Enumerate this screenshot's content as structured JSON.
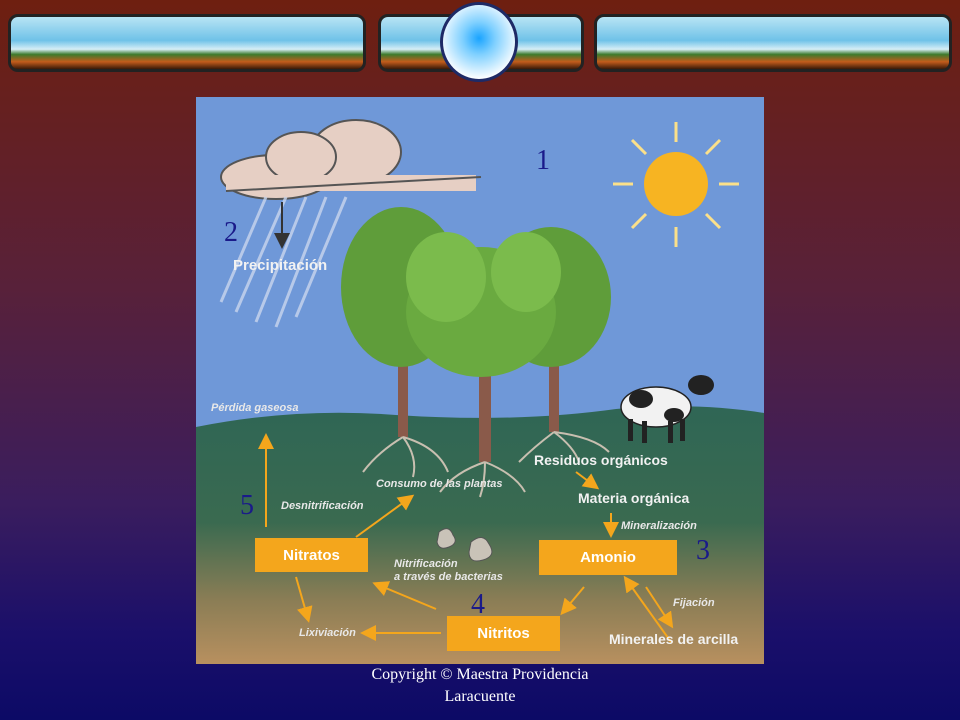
{
  "diagram": {
    "labels": {
      "precipitacion": "Precipitación",
      "perdida_gaseosa": "Pérdida gaseosa",
      "residuos_organicos": "Residuos orgánicos",
      "consumo_plantas": "Consumo de las plantas",
      "materia_organica": "Materia orgánica",
      "desnitrificacion": "Desnitrificación",
      "mineralizacion": "Mineralización",
      "nitrificacion": "Nitrificación\na través de bacterias",
      "fijacion": "Fijación",
      "lixiviacion": "Lixiviación",
      "minerales_arcilla": "Minerales de arcilla"
    },
    "boxes": {
      "nitratos": "Nitratos",
      "amonio": "Amonio",
      "nitritos": "Nitritos"
    },
    "numbers": [
      "1",
      "2",
      "3",
      "4",
      "5"
    ]
  },
  "footer": {
    "copyright_line1": "Copyright © Maestra Providencia",
    "copyright_line2": "Laracuente"
  },
  "colors": {
    "sky": "#6f98d8",
    "soil_top": "#2f6655",
    "soil_bottom": "#b59060",
    "box": "#f4a61c",
    "arrow": "#f4a61c"
  }
}
